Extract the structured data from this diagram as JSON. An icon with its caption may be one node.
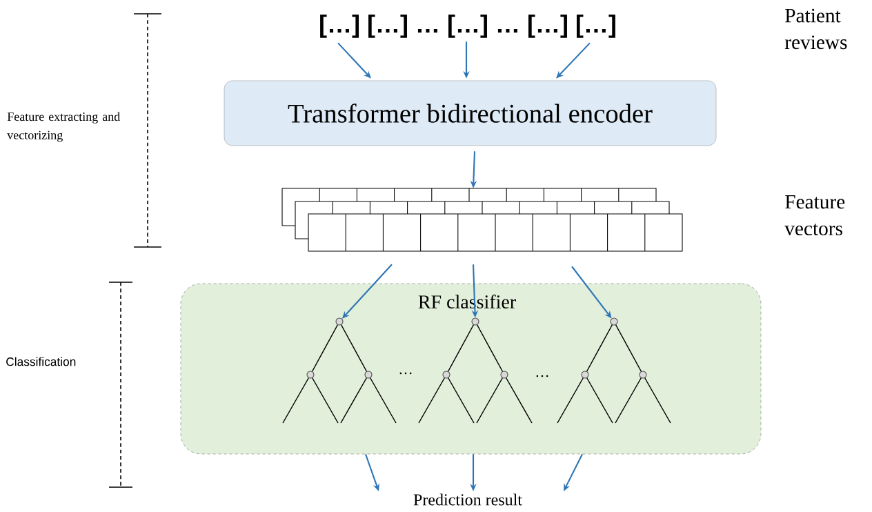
{
  "diagram": {
    "nodes": [
      {
        "text": [
          "[…] […] … […] … […] […]"
        ]
      },
      {
        "text": [
          "Transformer bidirectional encoder"
        ]
      },
      {
        "text": [],
        "shape": "box"
      },
      {
        "text": [
          "RF classifier"
        ]
      },
      {
        "text": [],
        "shape": "circle",
        "in": 3
      },
      {
        "text": [],
        "shape": "circle",
        "in": 3
      },
      {
        "text": [],
        "shape": "circle",
        "in": 3
      },
      {
        "text": [
          "Prediction result"
        ]
      }
    ],
    "edges": [
      {
        "from": 0,
        "to": 1,
        "arrow": "to"
      },
      {
        "from": 0,
        "to": 1,
        "arrow": "to"
      },
      {
        "from": 0,
        "to": 1,
        "arrow": "to"
      },
      {
        "from": 1,
        "to": 2,
        "arrow": "to"
      },
      {
        "from": 2,
        "to": 4,
        "arrow": "to"
      },
      {
        "from": 2,
        "to": 5,
        "arrow": "to"
      },
      {
        "from": 2,
        "to": 6,
        "arrow": "to"
      },
      {
        "from": 3,
        "to": 7,
        "arrow": "to"
      },
      {
        "from": 3,
        "to": 7,
        "arrow": "to"
      },
      {
        "from": 3,
        "to": 7,
        "arrow": "to"
      }
    ],
    "labels": [
      "Patient reviews",
      "Feature extracting and vectorizing",
      "Feature vectors",
      "Classification",
      "…",
      "…"
    ]
  }
}
